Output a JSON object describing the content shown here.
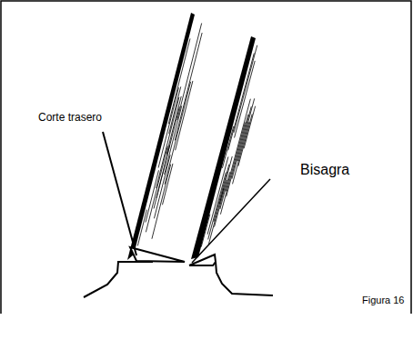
{
  "diagram": {
    "labels": [
      "Corte trasero",
      "Bisagra",
      "Figura 16"
    ]
  }
}
